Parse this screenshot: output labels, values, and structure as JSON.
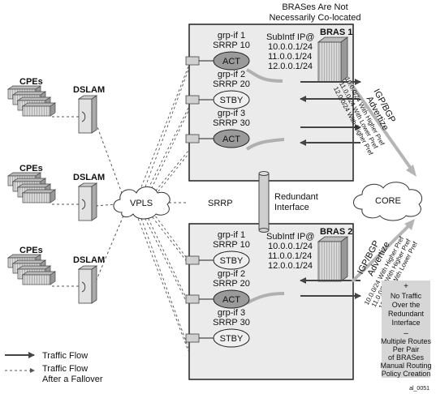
{
  "header": {
    "note_line1": "BRASes Are Not",
    "note_line2": "Necessarily Co-located"
  },
  "left": {
    "cpes_label": "CPEs",
    "dslam_label": "DSLAM"
  },
  "center": {
    "vpls_label": "VPLS",
    "srrp_label": "SRRP",
    "redundant_line1": "Redundant",
    "redundant_line2": "Interface",
    "core_label": "CORE"
  },
  "bras1": {
    "title": "BRAS 1",
    "subintf_header": "SubIntf IP@",
    "groups": [
      {
        "grp": "grp-if 1",
        "srrp": "SRRP 10",
        "state": "ACT"
      },
      {
        "grp": "grp-if 2",
        "srrp": "SRRP 20",
        "state": "STBY"
      },
      {
        "grp": "grp-if 3",
        "srrp": "SRRP 30",
        "state": "ACT"
      }
    ],
    "subnets": [
      "10.0.0.1/24",
      "11.0.0.1/24",
      "12.0.0.1/24"
    ],
    "advertize_title_1": "IGP/BGP",
    "advertize_title_2": "Advertize",
    "routes": [
      "10.0.0/24 With Higher Pref",
      "11.0.0/24 With Lower Pref",
      "12.0.0/24 With Higher Pref"
    ]
  },
  "bras2": {
    "title": "BRAS 2",
    "subintf_header": "SubIntf IP@",
    "groups": [
      {
        "grp": "grp-if 1",
        "srrp": "SRRP 10",
        "state": "STBY"
      },
      {
        "grp": "grp-if 2",
        "srrp": "SRRP 20",
        "state": "ACT"
      },
      {
        "grp": "grp-if 3",
        "srrp": "SRRP 30",
        "state": "STBY"
      }
    ],
    "subnets": [
      "10.0.0.1/24",
      "11.0.0.1/24",
      "12.0.0.1/24"
    ],
    "advertize_title_1": "IGP/BGP",
    "advertize_title_2": "Advertize",
    "routes": [
      "10.0.0/24 With Higher Pref",
      "11.0.0/24 With Higher Pref",
      "12.0.0/24 With Lower Pref"
    ]
  },
  "notes": {
    "plus": "+",
    "plus_lines": [
      "No Traffic",
      "Over the",
      "Redundant",
      "Interface"
    ],
    "minus": "–",
    "minus_lines": [
      "Multiple Routes",
      "Per Pair",
      "of BRASes",
      "Manual Routing",
      "Policy Creation"
    ]
  },
  "legend": {
    "traffic_flow": "Traffic Flow",
    "fallover_line1": "Traffic Flow",
    "fallover_line2": "After a Fallover"
  },
  "footer": {
    "figure_id": "al_0051"
  }
}
